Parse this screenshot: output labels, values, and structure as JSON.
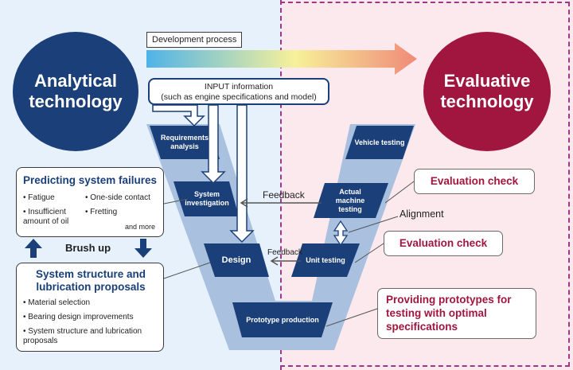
{
  "circles": {
    "analytical": "Analytical\ntechnology",
    "evaluative": "Evaluative\ntechnology"
  },
  "development_process": "Development process",
  "input_info": {
    "line1": "INPUT information",
    "line2": "(such as engine specifications and model)"
  },
  "v_steps": {
    "requirements": "Requirements\nanalysis",
    "system_investigation": "System\ninvestigation",
    "design": "Design",
    "prototype": "Prototype production",
    "unit_testing": "Unit testing",
    "actual_machine": "Actual\nmachine\ntesting",
    "vehicle_testing": "Vehicle testing"
  },
  "feedback_upper": "Feedback",
  "feedback_lower": "Feedback",
  "alignment": "Alignment",
  "predicting": {
    "title": "Predicting system failures",
    "items": [
      "Fatigue",
      "One-side contact",
      "Insufficient amount of oil",
      "Fretting"
    ],
    "more": "and more"
  },
  "brush_up": "Brush up",
  "structure": {
    "title": "System structure and lubrication proposals",
    "items": [
      "Material selection",
      "Bearing design improvements",
      "System structure and lubrication proposals"
    ]
  },
  "evaluation_check_1": "Evaluation check",
  "evaluation_check_2": "Evaluation check",
  "prototypes_box": "Providing prototypes for testing with optimal specifications",
  "colors": {
    "navy": "#1a3f79",
    "crimson": "#a0163f",
    "v_light": "#a9c1df",
    "bg_left": "#e6f1fb",
    "bg_right": "#fbe9ed"
  },
  "icons": [
    "white-down-arrow-icon",
    "navy-up-arrow-icon",
    "navy-down-arrow-icon",
    "double-headed-arrow-icon",
    "gradient-arrow-icon"
  ]
}
